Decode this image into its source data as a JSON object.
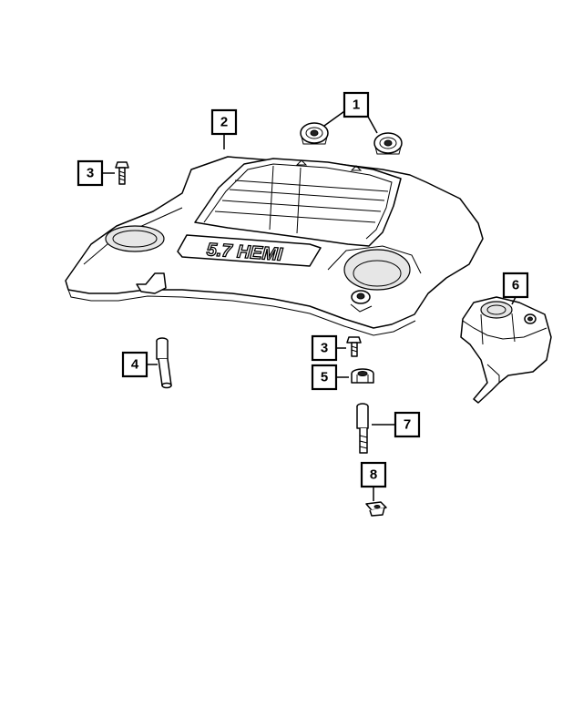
{
  "callouts": [
    {
      "id": "callout-1",
      "label": "1"
    },
    {
      "id": "callout-2",
      "label": "2"
    },
    {
      "id": "callout-3a",
      "label": "3"
    },
    {
      "id": "callout-3b",
      "label": "3"
    },
    {
      "id": "callout-4",
      "label": "4"
    },
    {
      "id": "callout-5",
      "label": "5"
    },
    {
      "id": "callout-6",
      "label": "6"
    },
    {
      "id": "callout-7",
      "label": "7"
    },
    {
      "id": "callout-8",
      "label": "8"
    }
  ],
  "engine_cover": {
    "logo_text": "5.7 HEMI"
  }
}
